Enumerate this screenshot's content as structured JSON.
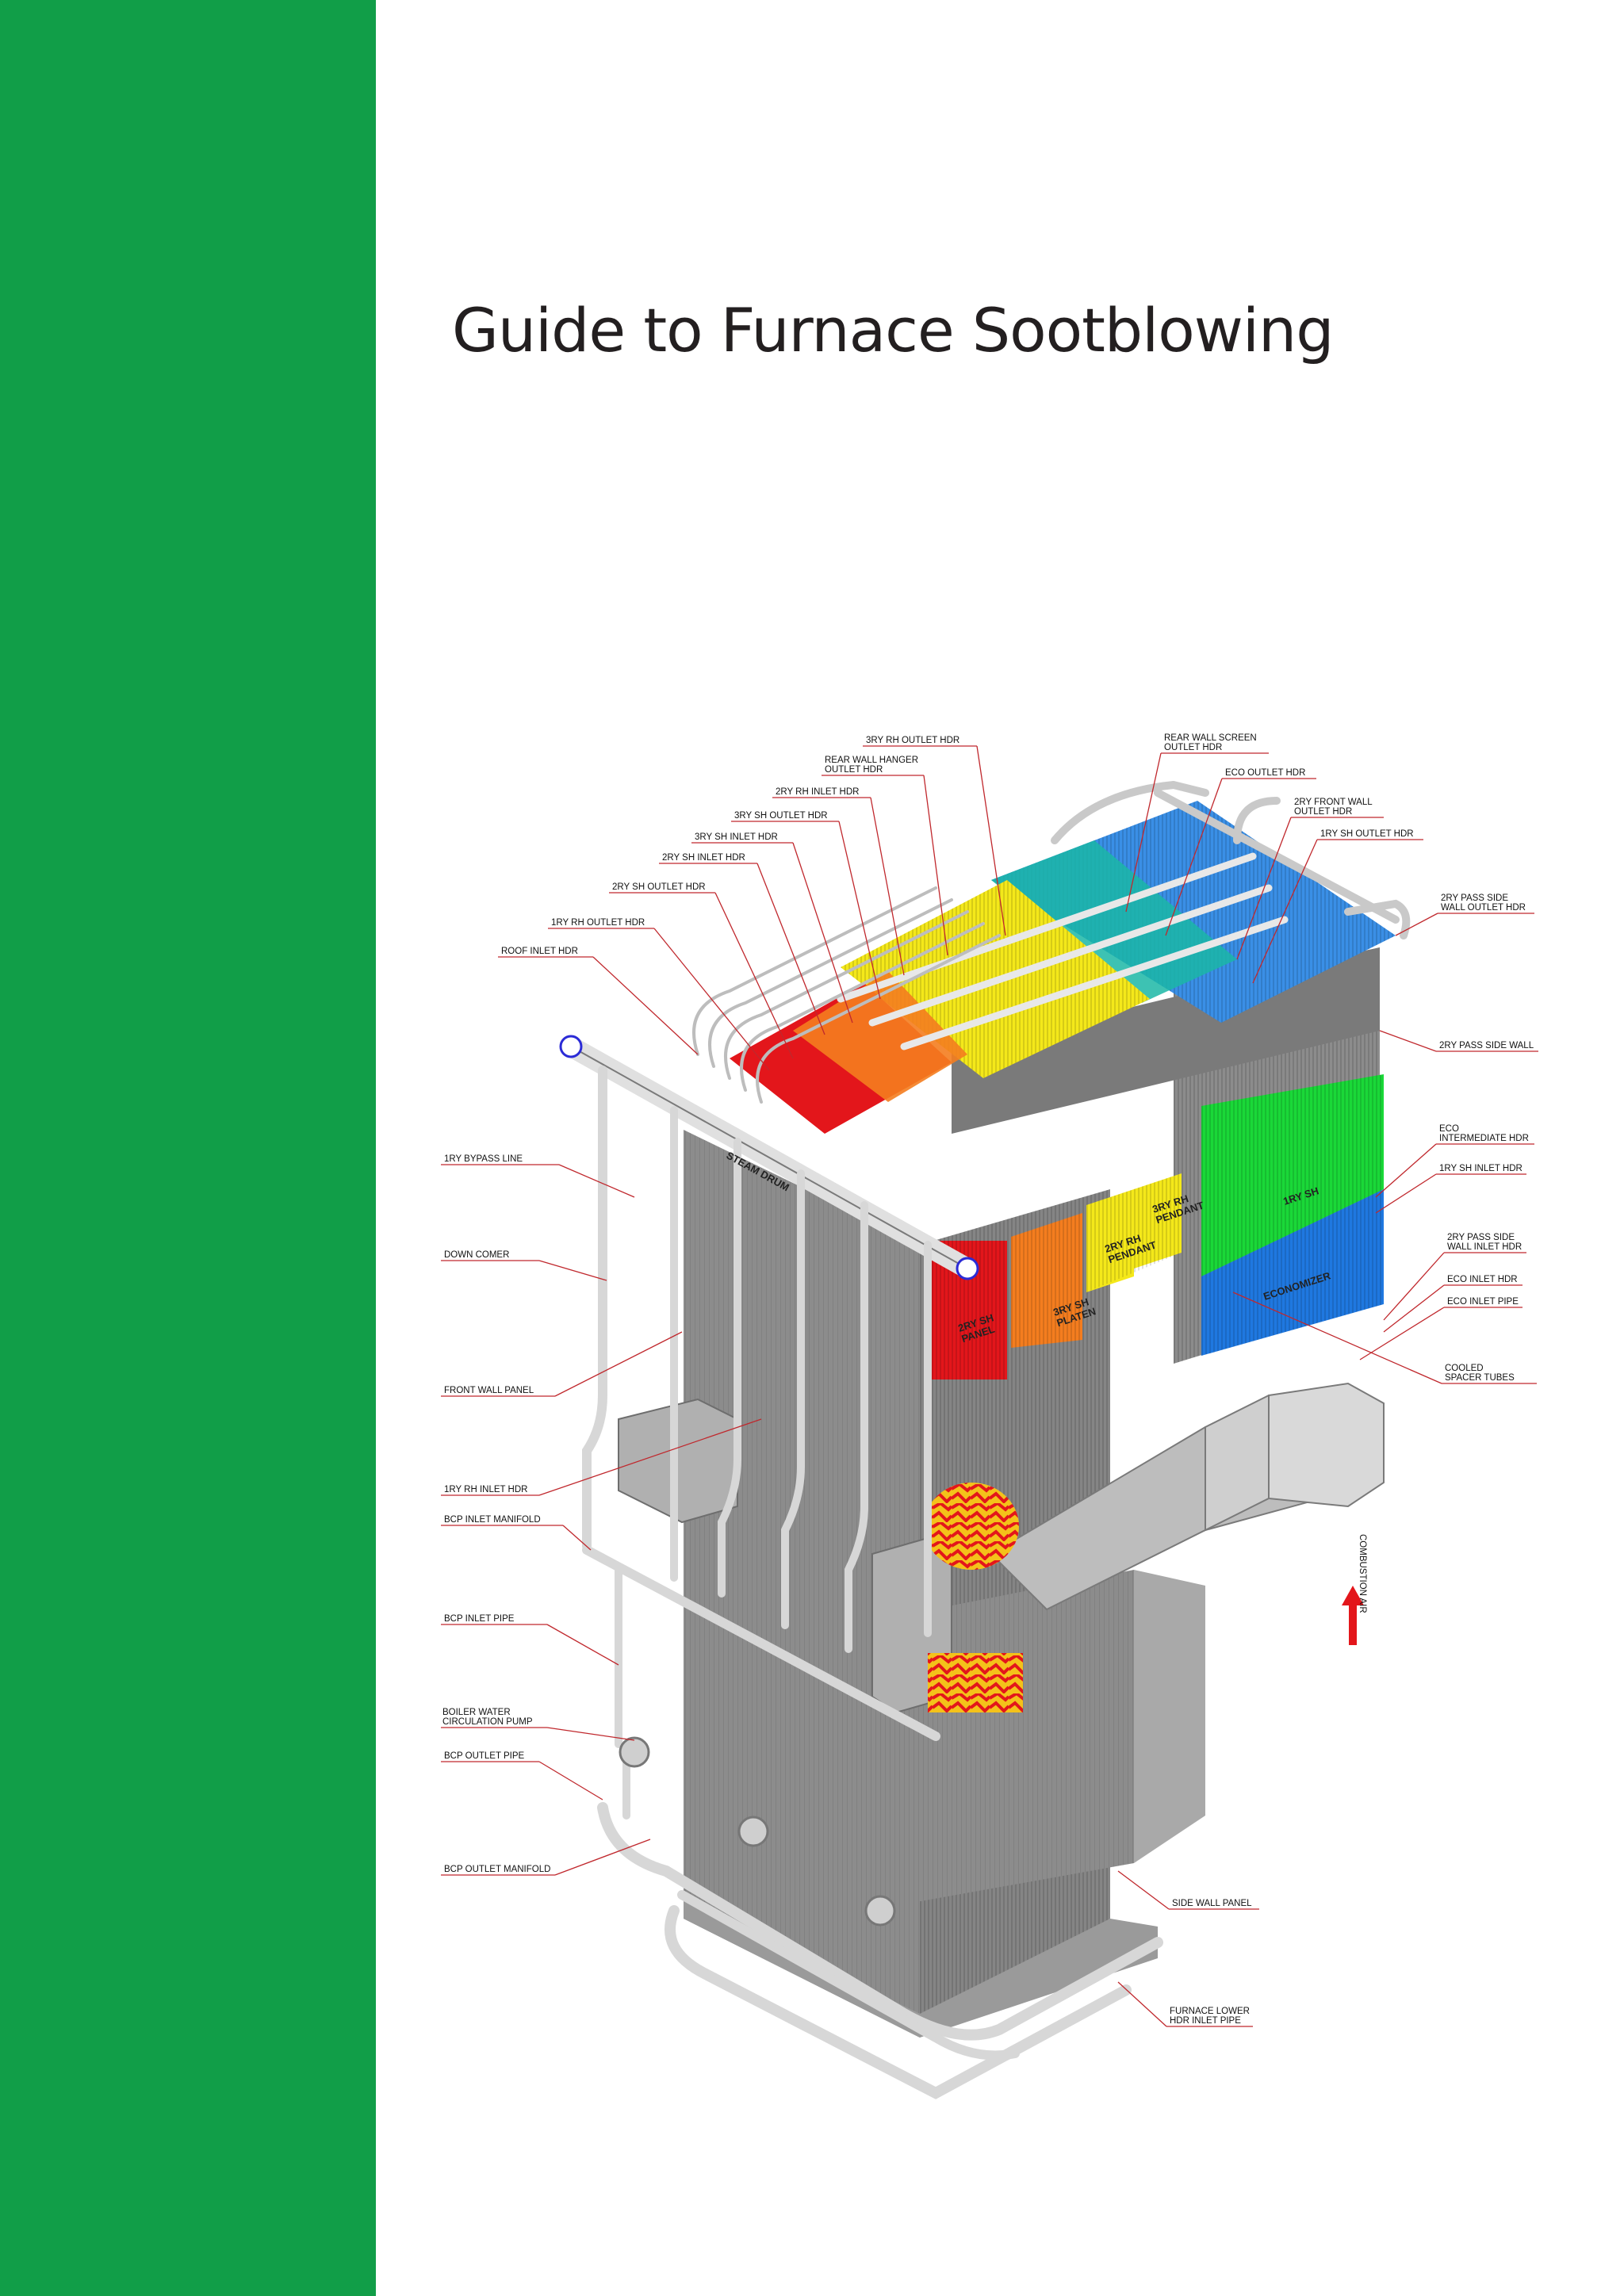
{
  "colors": {
    "sidebar": "#119e48",
    "leader": "#c0282d",
    "structure": "#8c8c8c",
    "structure_dark": "#6e6e6e",
    "rh_red": "#e3161b",
    "sh_orange": "#f47d1f",
    "rh_yellow": "#f4e81a",
    "sh_green": "#1ad838",
    "eco_blue": "#1f78e0",
    "rear_blue": "#3a8fe6",
    "teal": "#1bb7a6"
  },
  "title": "Guide to Furnace Sootblowing",
  "diagram": {
    "labels": [
      "3RY RH OUTLET HDR",
      "REAR WALL HANGER\nOUTLET HDR",
      "2RY RH INLET HDR",
      "3RY SH OUTLET HDR",
      "3RY SH INLET HDR",
      "2RY SH INLET HDR",
      "2RY SH OUTLET HDR",
      "1RY RH OUTLET HDR",
      "ROOF INLET HDR",
      "REAR WALL SCREEN\nOUTLET HDR",
      "ECO OUTLET HDR",
      "2RY FRONT WALL\nOUTLET HDR",
      "1RY SH OUTLET HDR",
      "2RY PASS SIDE\nWALL OUTLET HDR",
      "2RY PASS SIDE WALL",
      "ECO\nINTERMEDIATE HDR",
      "1RY SH INLET HDR",
      "2RY PASS SIDE\nWALL INLET HDR",
      "ECO INLET HDR",
      "ECO INLET PIPE",
      "COOLED\nSPACER TUBES",
      "1RY BYPASS LINE",
      "DOWN COMER",
      "FRONT WALL PANEL",
      "1RY RH INLET HDR",
      "BCP INLET MANIFOLD",
      "BCP INLET PIPE",
      "BOILER WATER\nCIRCULATION PUMP",
      "BCP OUTLET PIPE",
      "BCP OUTLET MANIFOLD",
      "SIDE WALL PANEL",
      "FURNACE LOWER\nHDR INLET PIPE"
    ],
    "sections": [
      "STEAM DRUM",
      "2RY SH\nPANEL",
      "3RY SH\nPLATEN",
      "2RY RH\nPENDANT",
      "3RY RH\nPENDANT",
      "1RY SH",
      "ECONOMIZER"
    ],
    "air_label": "COMBUSTION AIR"
  }
}
